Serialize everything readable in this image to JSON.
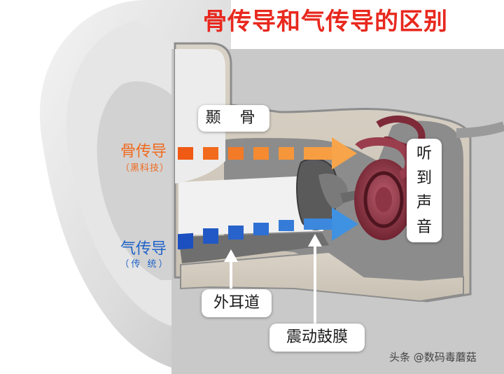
{
  "title": "骨传导和气传导的区别",
  "labels": {
    "temporal_bone": "颞 骨",
    "hear_sound": [
      "听",
      "到",
      "声",
      "音"
    ],
    "outer_canal": "外耳道",
    "eardrum": "震动鼓膜"
  },
  "paths": {
    "bone": {
      "name": "骨传导",
      "note": "（黑科技）",
      "color": "#f06a1f"
    },
    "air": {
      "name": "气传导",
      "note": "（传 统）",
      "color": "#1f63c9"
    }
  },
  "watermark": "头条 @数码毒蘑菇"
}
